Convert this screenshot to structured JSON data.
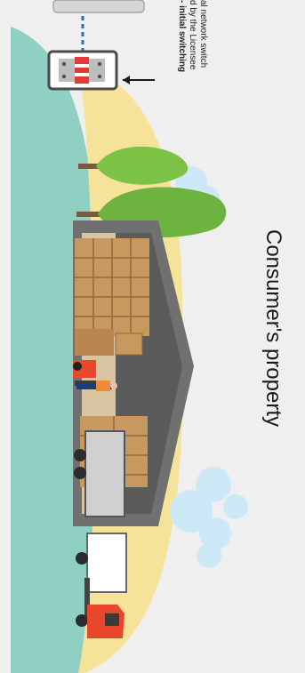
{
  "switch_note": {
    "line1": "al network switch",
    "line2": "d by the Licensee",
    "line3": "- initial switching"
  },
  "property_label": "Consumer's property",
  "colors": {
    "background": "#efefef",
    "ground_teal": "#8fd0c3",
    "sand": "#f6e39a",
    "roof": "#6e6e6e",
    "warehouse_floor": "#d8c7ac",
    "boxes": "#c8995e",
    "tree_green": "#7cc246",
    "cloud": "#bfe4f5",
    "truck_red": "#e8472c",
    "switch_red": "#e53935",
    "dashed_blue": "#2f6db0"
  }
}
